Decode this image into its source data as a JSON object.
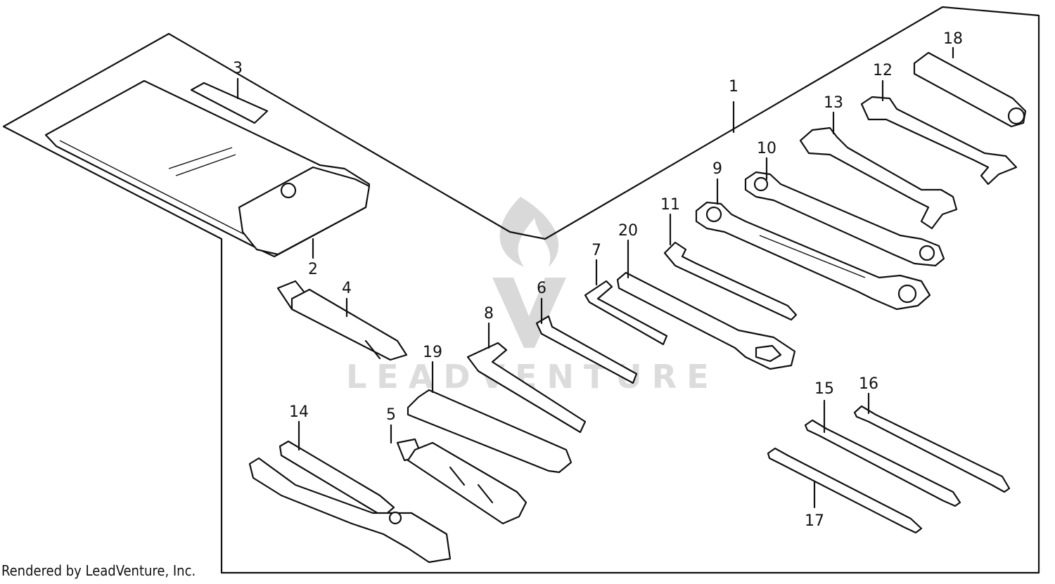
{
  "diagram": {
    "callouts": [
      "1",
      "2",
      "3",
      "4",
      "5",
      "6",
      "7",
      "8",
      "9",
      "10",
      "11",
      "12",
      "13",
      "14",
      "15",
      "16",
      "17",
      "18",
      "19",
      "20"
    ]
  },
  "watermark": {
    "text": "LEADVENTURE"
  },
  "footer": {
    "credit": "Rendered by LeadVenture, Inc."
  }
}
